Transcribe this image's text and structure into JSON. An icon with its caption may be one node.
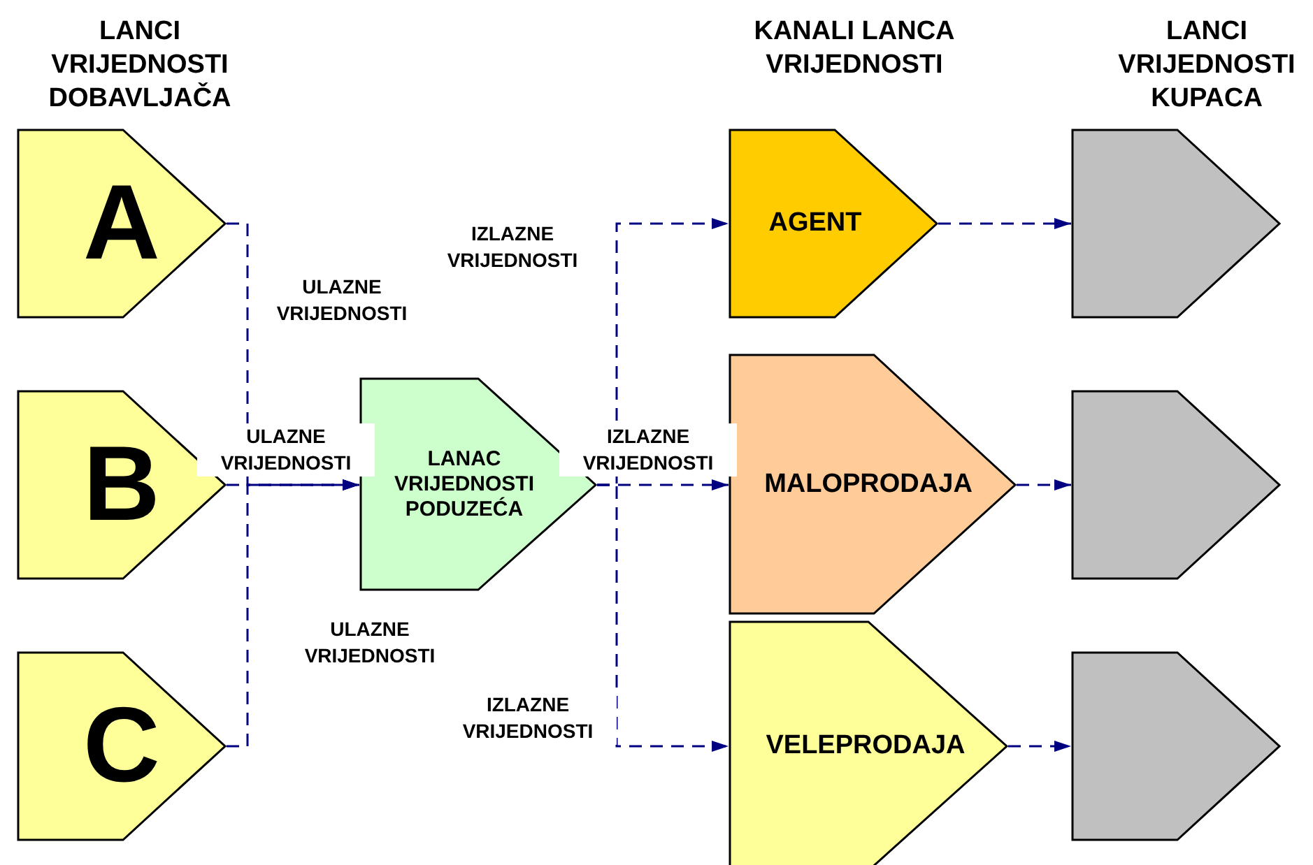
{
  "diagram": {
    "nodes": [
      {
        "text": [
          "A"
        ]
      },
      {
        "text": [
          "B"
        ]
      },
      {
        "text": [
          "C"
        ]
      },
      {
        "text": [
          "LANAC VRIJEDNOSTI PODUZEĆA"
        ]
      },
      {
        "text": [
          "AGENT"
        ]
      },
      {
        "text": [
          "MALOPRODAJA"
        ]
      },
      {
        "text": [
          "VELEPRODAJA"
        ]
      },
      {
        "text": [],
        "shape": "pentagon"
      },
      {
        "text": [],
        "shape": "pentagon"
      },
      {
        "text": [],
        "shape": "pentagon"
      }
    ],
    "edges": [
      {
        "from": 0,
        "to": 3,
        "arrow": "to",
        "label": "ULAZNE VRIJEDNOSTI"
      },
      {
        "from": 1,
        "to": 3,
        "arrow": "to",
        "label": "ULAZNE VRIJEDNOSTI"
      },
      {
        "from": 2,
        "to": 3,
        "arrow": "to",
        "label": "ULAZNE VRIJEDNOSTI"
      },
      {
        "from": 3,
        "to": 4,
        "arrow": "to",
        "label": "IZLAZNE VRIJEDNOSTI"
      },
      {
        "from": 3,
        "to": 5,
        "arrow": "to",
        "label": "IZLAZNE VRIJEDNOSTI"
      },
      {
        "from": 3,
        "to": 6,
        "arrow": "to",
        "label": "IZLAZNE VRIJEDNOSTI"
      },
      {
        "from": 4,
        "to": 7,
        "arrow": "to"
      },
      {
        "from": 5,
        "to": 8,
        "arrow": "to"
      },
      {
        "from": 6,
        "to": 9,
        "arrow": "to"
      }
    ],
    "labels": [
      "LANCI VRIJEDNOSTI DOBAVLJAČA",
      "KANALI LANCA VRIJEDNOSTI",
      "LANCI VRIJEDNOSTI KUPACA"
    ]
  }
}
